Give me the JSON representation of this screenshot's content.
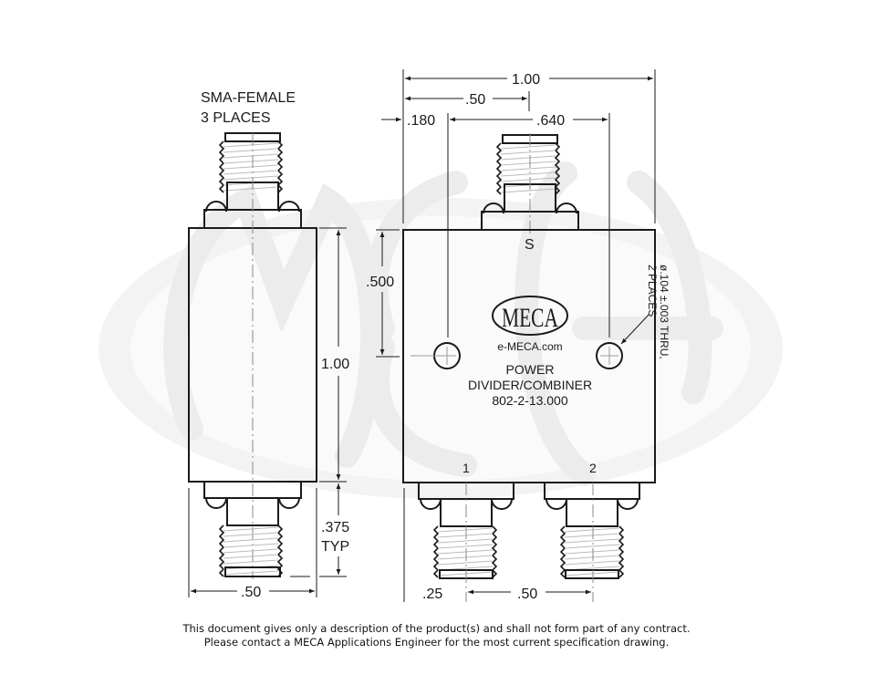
{
  "watermark": {
    "text": "MECA",
    "color": "#ececec"
  },
  "side_view": {
    "connector_label_line1": "SMA-FEMALE",
    "connector_label_line2": "3 PLACES",
    "height_dim": "1.00",
    "connector_len_dim_line1": ".375",
    "connector_len_dim_line2": "TYP",
    "width_dim": ".50"
  },
  "front_view": {
    "overall_width_dim": "1.00",
    "center_offset_dim": ".50",
    "hole_edge_dim": ".180",
    "hole_spacing_dim": ".640",
    "hole_height_dim": ".500",
    "hole_callout_line1": "ø.104 ±.003 THRU,",
    "hole_callout_line2": "2 PLACES",
    "port_s_label": "S",
    "port_1_label": "1",
    "port_2_label": "2",
    "logo_text": "MECA",
    "website": "e-MECA.com",
    "product_line1": "POWER",
    "product_line2": "DIVIDER/COMBINER",
    "part_number": "802-2-13.000",
    "port1_edge_dim": ".25",
    "port_spacing_dim": ".50"
  },
  "footer": {
    "line1": "This document gives only a description of the product(s) and shall not form part of any contract.",
    "line2": "Please contact a MECA Applications Engineer for the most current specification drawing."
  }
}
